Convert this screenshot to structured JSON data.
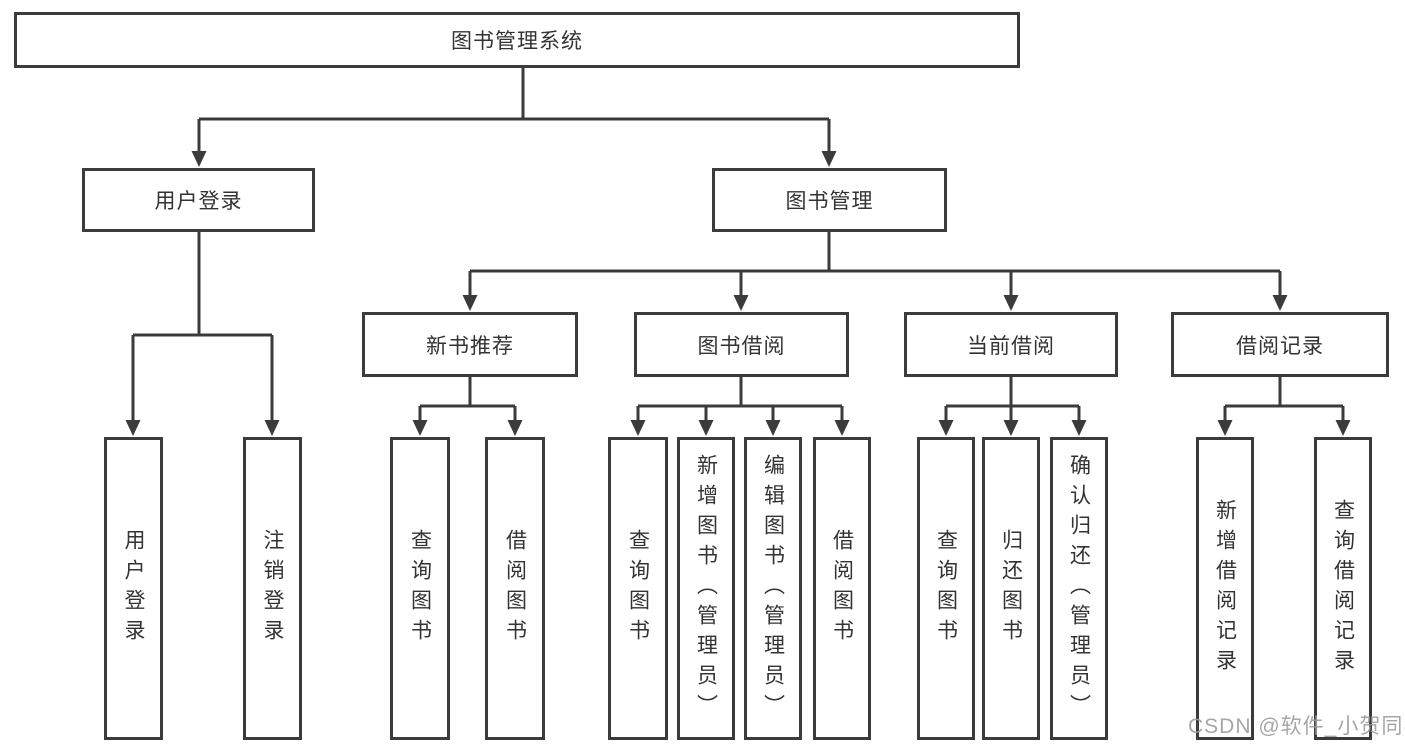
{
  "colors": {
    "line": "#3b3b3b",
    "text": "#333333",
    "bg": "#ffffff",
    "watermark": "#9d9d9d"
  },
  "root": {
    "label": "图书管理系统"
  },
  "level2": [
    {
      "label": "用户登录"
    },
    {
      "label": "图书管理"
    }
  ],
  "level3": [
    {
      "label": "新书推荐"
    },
    {
      "label": "图书借阅"
    },
    {
      "label": "当前借阅"
    },
    {
      "label": "借阅记录"
    }
  ],
  "leaves": {
    "user": [
      "用户登录",
      "注销登录"
    ],
    "newbook": [
      "查询图书",
      "借阅图书"
    ],
    "borrow": [
      "查询图书",
      "新增图书（管理员）",
      "编辑图书（管理员）",
      "借阅图书"
    ],
    "current": [
      "查询图书",
      "归还图书",
      "确认归还（管理员）"
    ],
    "records": [
      "新增借阅记录",
      "查询借阅记录"
    ]
  },
  "watermark": {
    "label": "CSDN @软件_小贺同学"
  }
}
